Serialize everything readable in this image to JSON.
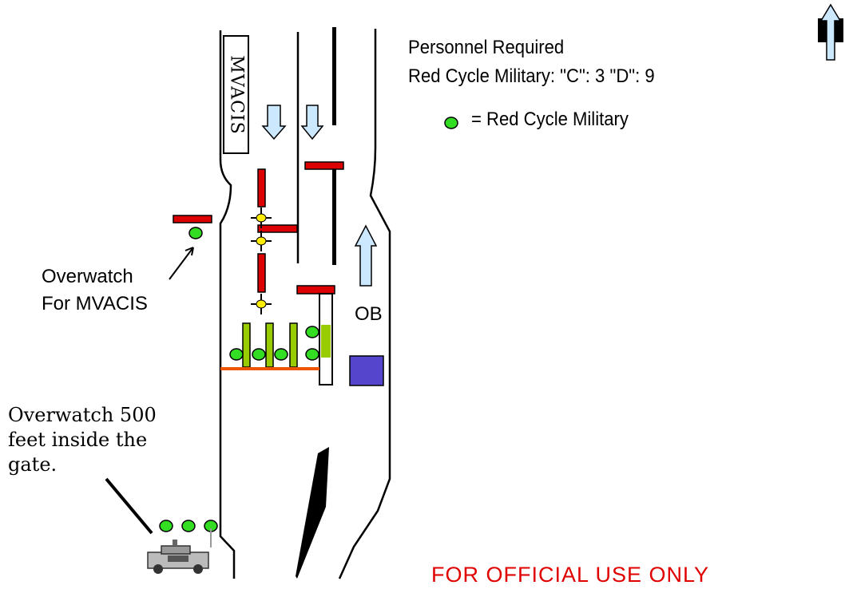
{
  "personnel": {
    "title": "Personnel Required",
    "counts": "Red Cycle Military: \"C\": 3  \"D\": 9"
  },
  "legend": {
    "label": "= Red Cycle Military",
    "marker_color": "#33dd22"
  },
  "labels": {
    "sign": "MVACIS",
    "overwatch_mvacis": [
      "Overwatch",
      "For MVACIS"
    ],
    "overwatch_500": "Overwatch 500 feet inside the gate.",
    "ob": "OB",
    "footer": "FOR OFFICIAL USE ONLY"
  },
  "colors": {
    "barrier": "#dd0000",
    "soldier": "#33dd22",
    "bollard": "#99cc00",
    "arrow": "#cce8ff",
    "ob_building": "#5544cc",
    "line_orange": "#ee5500",
    "footer": "#e00000"
  },
  "icons": {
    "north_arrow": "north-arrow-icon",
    "vehicle": "humvee-icon"
  }
}
